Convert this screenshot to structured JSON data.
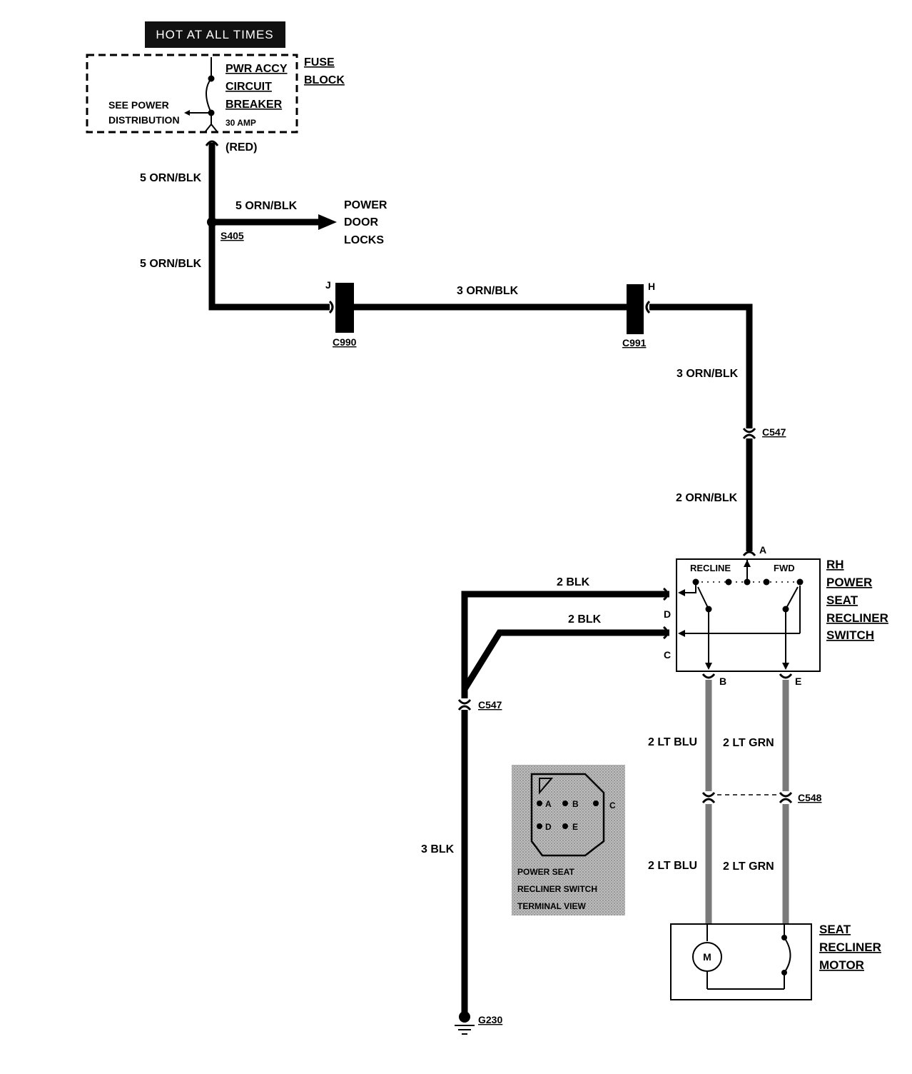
{
  "hot_label": "HOT AT ALL TIMES",
  "fuse_block": {
    "name_line1": "FUSE",
    "name_line2": "BLOCK",
    "breaker_line1": "PWR ACCY",
    "breaker_line2": "CIRCUIT",
    "breaker_line3": "BREAKER",
    "rating": "30 AMP",
    "see_line1": "SEE POWER",
    "see_line2": "DISTRIBUTION",
    "terminal_color": "(RED)"
  },
  "wires": {
    "w1": "5 ORN/BLK",
    "w2": "5 ORN/BLK",
    "w3": "5 ORN/BLK",
    "w4": "3 ORN/BLK",
    "w5": "3 ORN/BLK",
    "w6": "2 ORN/BLK",
    "w7": "2 BLK",
    "w8": "2 BLK",
    "w9": "3 BLK",
    "w10": "2 LT BLU",
    "w11": "2 LT GRN",
    "w12": "2 LT BLU",
    "w13": "2 LT GRN"
  },
  "splice": "S405",
  "door_locks": {
    "l1": "POWER",
    "l2": "DOOR",
    "l3": "LOCKS"
  },
  "connectors": {
    "c990": "C990",
    "c990_pin": "J",
    "c991": "C991",
    "c991_pin": "H",
    "c547_top": "C547",
    "c547_left": "C547",
    "c548": "C548"
  },
  "switch": {
    "l1": "RH",
    "l2": "POWER",
    "l3": "SEAT",
    "l4": "RECLINER",
    "l5": "SWITCH",
    "recline": "RECLINE",
    "fwd": "FWD",
    "pin_a": "A",
    "pin_b": "B",
    "pin_c": "C",
    "pin_d": "D",
    "pin_e": "E"
  },
  "terminal_view": {
    "a": "A",
    "b": "B",
    "c": "C",
    "d": "D",
    "e": "E",
    "cap1": "POWER SEAT",
    "cap2": "RECLINER SWITCH",
    "cap3": "TERMINAL VIEW"
  },
  "motor": {
    "l1": "SEAT",
    "l2": "RECLINER",
    "l3": "MOTOR",
    "symbol": "M"
  },
  "ground": "G230"
}
